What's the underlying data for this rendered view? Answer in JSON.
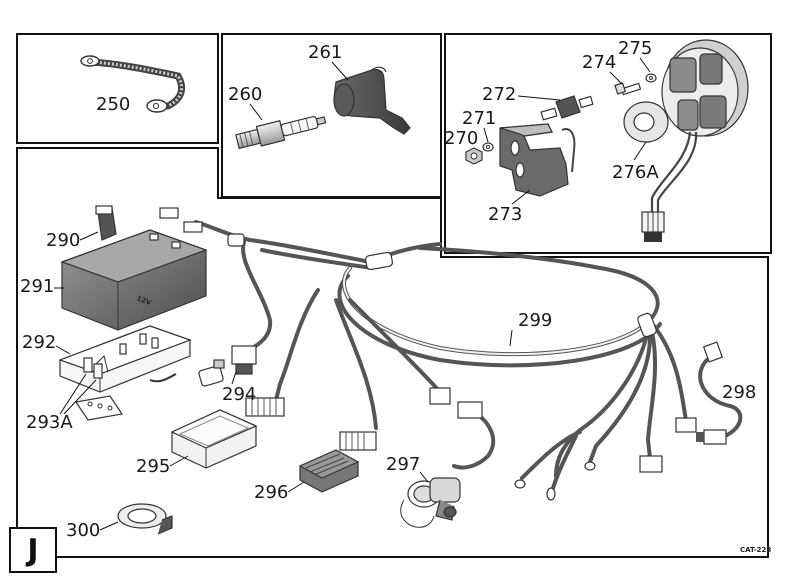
{
  "section_letter": "J",
  "catalog_code": "CAT-228",
  "callouts": {
    "c250": "250",
    "c260": "260",
    "c261": "261",
    "c270": "270",
    "c271": "271",
    "c272": "272",
    "c273": "273",
    "c274": "274",
    "c275": "275",
    "c276A": "276A",
    "c290": "290",
    "c291": "291",
    "c292": "292",
    "c293A": "293A",
    "c294": "294",
    "c295": "295",
    "c296": "296",
    "c297": "297",
    "c298": "298",
    "c299": "299",
    "c300": "300"
  },
  "battery_label": "12V",
  "colors": {
    "frame": "#111111",
    "part_dark": "#4a4a4a",
    "part_mid": "#8c8c8c",
    "part_light": "#d9d9d9"
  }
}
